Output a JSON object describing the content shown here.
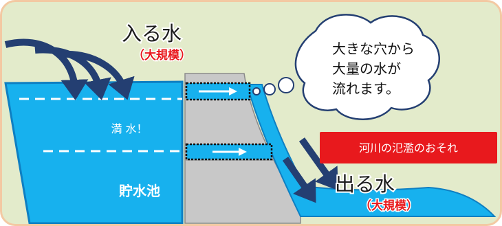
{
  "inflow": {
    "title": "入る水",
    "scale": "（大規模）"
  },
  "reservoir": {
    "full_label": "満 水！",
    "name": "貯水池"
  },
  "thought_bubble": {
    "lines": [
      "大きな穴から",
      "大量の水が",
      "流れます。"
    ]
  },
  "warning": {
    "text": "河川の氾濫のおそれ",
    "color": "#e8191d"
  },
  "outflow": {
    "title": "出る水",
    "scale": "（大規模）"
  },
  "colors": {
    "background": "#e3ebcb",
    "frame_border": "#f3c9a3",
    "water": "#17b1ee",
    "arrow": "#1f3d72",
    "dam": "#c8c8c8",
    "scale_text": "#e8191d"
  }
}
